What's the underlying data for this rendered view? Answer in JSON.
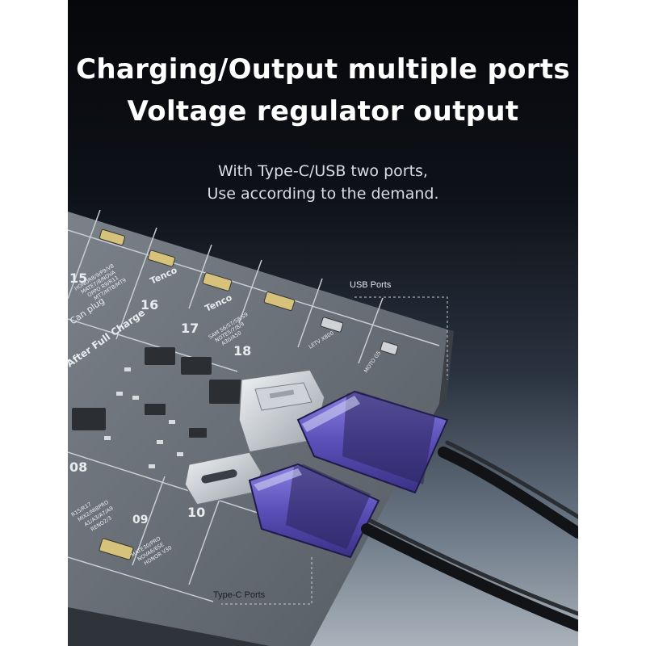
{
  "headline": {
    "line1": "Charging/Output multiple ports",
    "line2": "Voltage regulator output"
  },
  "subheadline": {
    "line1": "With Type-C/USB two ports,",
    "line2": "Use according to the demand."
  },
  "callouts": {
    "usb_ports": "USB Ports",
    "typec_ports": "Type-C Ports"
  },
  "board": {
    "slots": [
      "15",
      "16",
      "17",
      "18",
      "08",
      "09",
      "10"
    ],
    "brand_text": "Tenco",
    "charge_text": "After Full Charge",
    "note_text": "Can plug",
    "models": {
      "slot15": [
        "HONOR8/9/P9/V8",
        "MATE7/8/NOVA",
        "OPPO R9/R11",
        "MT7/MT8/MT9"
      ],
      "slot17": [
        "SAM S6/S7/S8/S9",
        "NOTE5/7/8/9",
        "A30/A50"
      ],
      "slot18": "LETV X800",
      "slot_moto": "MOTO G5",
      "slot09": [
        "R15/R17",
        "MIX2/MI8PRO",
        "A1/A3/A7/A9",
        "RENO2/3"
      ],
      "slot10": [
        "MATE30/PRO",
        "NOVA6/6SE",
        "HONOR V30"
      ]
    }
  },
  "colors": {
    "background": "#0e1118",
    "connector_accent": "#5b4fb8",
    "text_primary": "#ffffff"
  }
}
